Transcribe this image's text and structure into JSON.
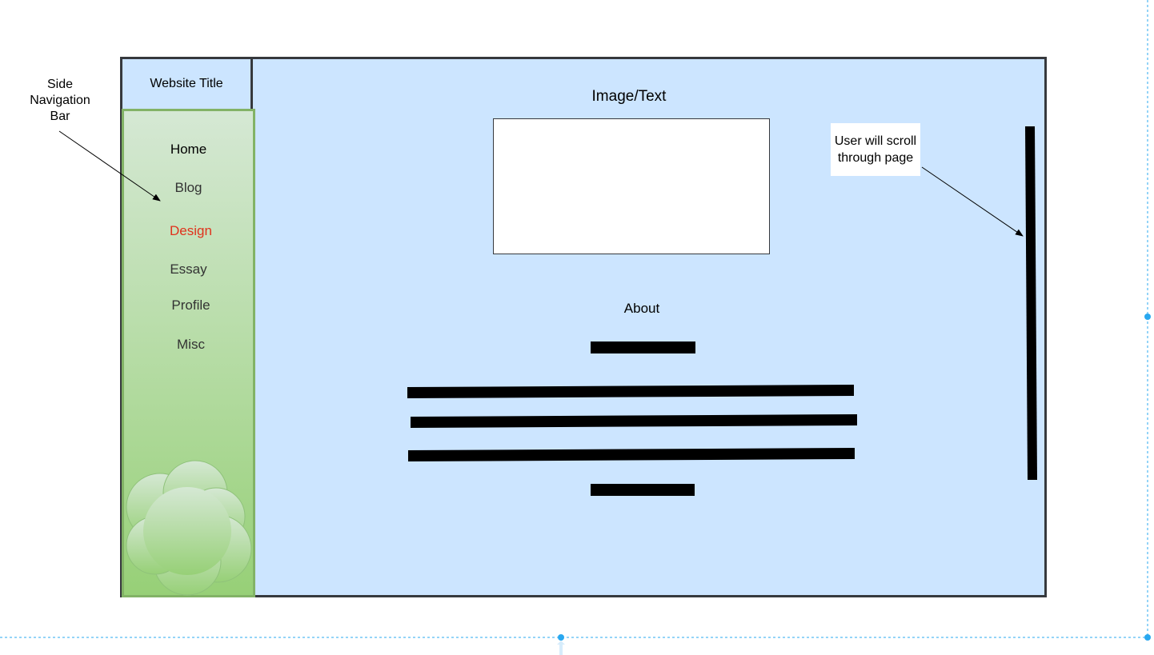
{
  "annotations": {
    "side_nav_label": "Side\nNavigation\nBar",
    "scroll_note": "User will scroll\nthrough page"
  },
  "header": {
    "website_title": "Website Title"
  },
  "sidebar": {
    "items": [
      {
        "label": "Home"
      },
      {
        "label": "Blog"
      },
      {
        "label": "Design",
        "active": true
      },
      {
        "label": "Essay"
      },
      {
        "label": "Profile"
      },
      {
        "label": "Misc"
      }
    ]
  },
  "main": {
    "image_label": "Image/Text",
    "about_label": "About"
  },
  "colors": {
    "content_background": "#cce5ff",
    "frame_border": "#36393d",
    "sidebar_border": "#82b366",
    "sidebar_gradient_top": "#d5e8d4",
    "sidebar_gradient_bottom": "#97d077",
    "active_nav": "#e0321c",
    "selection_handle": "#29a8f0"
  }
}
